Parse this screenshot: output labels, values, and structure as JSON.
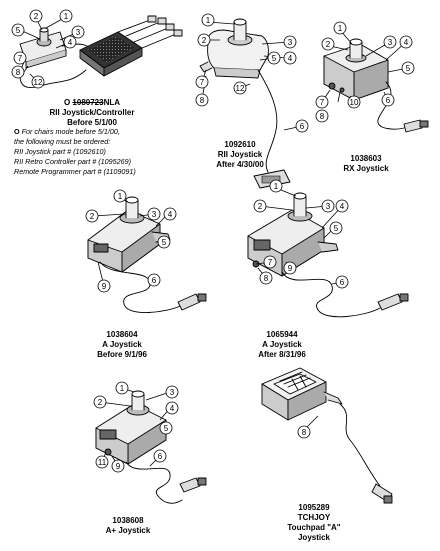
{
  "products": [
    {
      "id": "rii-controller",
      "part_prefix": "O",
      "part_number": "1080723",
      "part_suffix": "NLA",
      "name": "RII Joystick/Controller",
      "detail": "Before 5/1/00",
      "callouts": [
        "1",
        "2",
        "3",
        "4",
        "5",
        "7",
        "8",
        "12"
      ]
    },
    {
      "id": "rii-joystick",
      "part_number": "1092610",
      "name": "RII Joystick",
      "detail": "After 4/30/00",
      "callouts": [
        "1",
        "2",
        "3",
        "4",
        "5",
        "6",
        "7",
        "8",
        "12"
      ]
    },
    {
      "id": "rx-joystick",
      "part_number": "1038603",
      "name": "RX Joystick",
      "callouts": [
        "1",
        "2",
        "3",
        "4",
        "5",
        "6",
        "7",
        "8",
        "10"
      ]
    },
    {
      "id": "a-joystick-before",
      "part_number": "1038604",
      "name": "A Joystick",
      "detail": "Before 9/1/96",
      "callouts": [
        "1",
        "2",
        "3",
        "4",
        "5",
        "6",
        "9"
      ]
    },
    {
      "id": "a-joystick-after",
      "part_number": "1065944",
      "name": "A Joystick",
      "detail": "After 8/31/96",
      "callouts": [
        "1",
        "2",
        "3",
        "4",
        "5",
        "6",
        "7",
        "8",
        "9"
      ]
    },
    {
      "id": "a-plus-joystick",
      "part_number": "1038608",
      "name": "A+ Joystick",
      "callouts": [
        "1",
        "2",
        "3",
        "4",
        "5",
        "6",
        "9",
        "11"
      ]
    },
    {
      "id": "tchjoy",
      "part_number": "1095289",
      "name": "TCHJOY",
      "name2": "Touchpad \"A\"",
      "detail": "Joystick",
      "callouts": [
        "8"
      ]
    }
  ],
  "note": {
    "symbol": "O",
    "lines": [
      "For chairs mode before 5/1/00,",
      "the following must be ordered:",
      "RII Joystick part # (1092610)",
      "RII Retro Controller part # (1095269)",
      "Remote Programmer part # (1109091)"
    ]
  }
}
